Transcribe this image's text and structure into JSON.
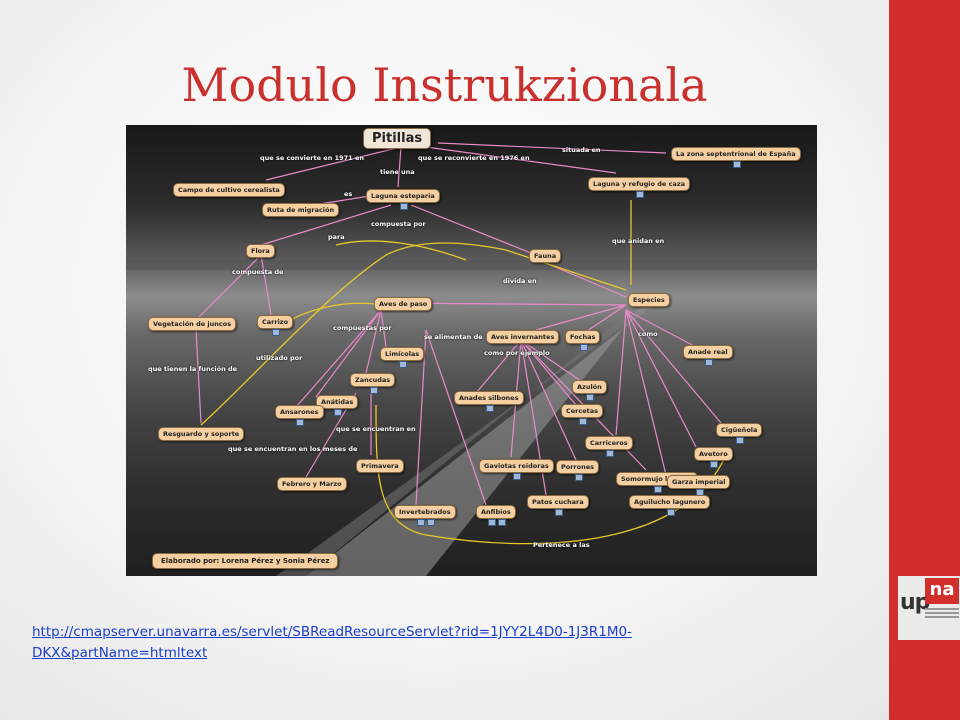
{
  "slide": {
    "title": "Modulo Instrukzionala",
    "link_line1": "http://cmapserver.unavarra.es/servlet/SBReadResourceServlet?rid=1JYY2L4D0-1J3R1M0-",
    "link_line2": "DKX&partName=htmltext",
    "accent_color": "#d22f2c",
    "logo_letters_dark": "up",
    "logo_letters_red": "na"
  },
  "concept_map": {
    "nodes": {
      "pitillas": "Pitillas",
      "zona_sept": "La zona septentrional de España",
      "campo": "Campo de cultivo cerealista",
      "laguna_esteparia": "Laguna esteparia",
      "laguna_refugio": "Laguna y refugio de caza",
      "ruta": "Ruta de migración",
      "flora": "Flora",
      "fauna": "Fauna",
      "especies": "Especies",
      "aves_paso": "Aves de paso",
      "vegetacion": "Vegetación de juncos",
      "carrizo": "Carrizo",
      "aves_invernantes": "Aves invernantes",
      "fochas": "Fochas",
      "anade_real": "Anade real",
      "limicolas": "Limícolas",
      "zancudas": "Zancudas",
      "anatidas": "Anátidas",
      "ansarones": "Ansarones",
      "anades_silbones": "Anades silbones",
      "azulon": "Azulón",
      "cercetas": "Cercetas",
      "resguardo": "Resguardo y soporte",
      "carriceros": "Carriceros",
      "ciguenuela": "Cigüeñola",
      "avetoro": "Avetoro",
      "gaviotas": "Gaviotas reidoras",
      "porrones": "Porrones",
      "somormujo": "Somormujo lavanco",
      "garza": "Garza imperial",
      "primavera": "Primavera",
      "febrero": "Febrero y Marzo",
      "patos": "Patos cuchara",
      "aguilucho": "Aguilucho lagunero",
      "invertebrados": "Invertebrados",
      "anfibios": "Anfibios",
      "credit": "Elaborado por: Lorena Pérez y Sonia Pérez"
    },
    "labels": {
      "l1971": "que se convierte en 1971 en",
      "l1976": "que se reconvierte en 1976 en",
      "situada": "situada en",
      "tiene": "tiene una",
      "es": "es",
      "compuesta_por": "compuesta por",
      "para": "para",
      "anidan": "que anidan en",
      "compuesta_de": "compuesta de",
      "dividia": "divida en",
      "compuestas_por": "compuestas por",
      "alimentan": "se alimentan de",
      "como": "como",
      "utilizado": "utilizado por",
      "como_ejemplo": "como por ejemplo",
      "funcion": "que tienen la función de",
      "encuentran": "que se encuentran en",
      "meses": "que se encuentran en los meses de",
      "pertenece": "Pertenece a las"
    }
  }
}
